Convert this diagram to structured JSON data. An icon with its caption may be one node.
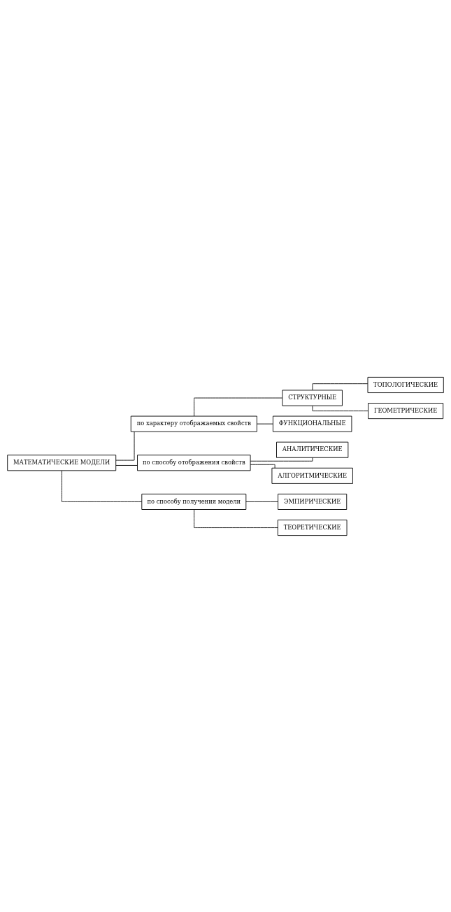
{
  "diagram": {
    "nodes": [
      {
        "text": [
          "МАТЕМАТИЧЕСКИЕ МОДЕЛИ"
        ]
      },
      {
        "text": [
          "по характеру отображаемых свойств"
        ]
      },
      {
        "text": [
          "по способу отображения свойств"
        ]
      },
      {
        "text": [
          "по способу получения модели"
        ]
      },
      {
        "text": [
          "СТРУКТУРНЫЕ"
        ]
      },
      {
        "text": [
          "ФУНКЦИОНАЛЬНЫЕ"
        ]
      },
      {
        "text": [
          "АНАЛИТИЧЕСКИЕ"
        ]
      },
      {
        "text": [
          "АЛГОРИТМИЧЕСКИЕ"
        ]
      },
      {
        "text": [
          "ЭМПИРИЧЕСКИЕ"
        ]
      },
      {
        "text": [
          "ТЕОРЕТИЧЕСКИЕ"
        ]
      },
      {
        "text": [
          "ТОПОЛОГИЧЕСКИЕ"
        ]
      },
      {
        "text": [
          "ГЕОМЕТРИЧЕСКИЕ"
        ]
      }
    ],
    "edges": [
      {
        "from": 0,
        "to": 1,
        "arrow": "none"
      },
      {
        "from": 0,
        "to": 2,
        "arrow": "none"
      },
      {
        "from": 0,
        "to": 3,
        "arrow": "none"
      },
      {
        "from": 1,
        "to": 4,
        "arrow": "none"
      },
      {
        "from": 1,
        "to": 5,
        "arrow": "none"
      },
      {
        "from": 2,
        "to": 6,
        "arrow": "none"
      },
      {
        "from": 2,
        "to": 7,
        "arrow": "none"
      },
      {
        "from": 3,
        "to": 8,
        "arrow": "none"
      },
      {
        "from": 3,
        "to": 9,
        "arrow": "none"
      },
      {
        "from": 4,
        "to": 10,
        "arrow": "none"
      },
      {
        "from": 4,
        "to": 11,
        "arrow": "none"
      }
    ]
  }
}
